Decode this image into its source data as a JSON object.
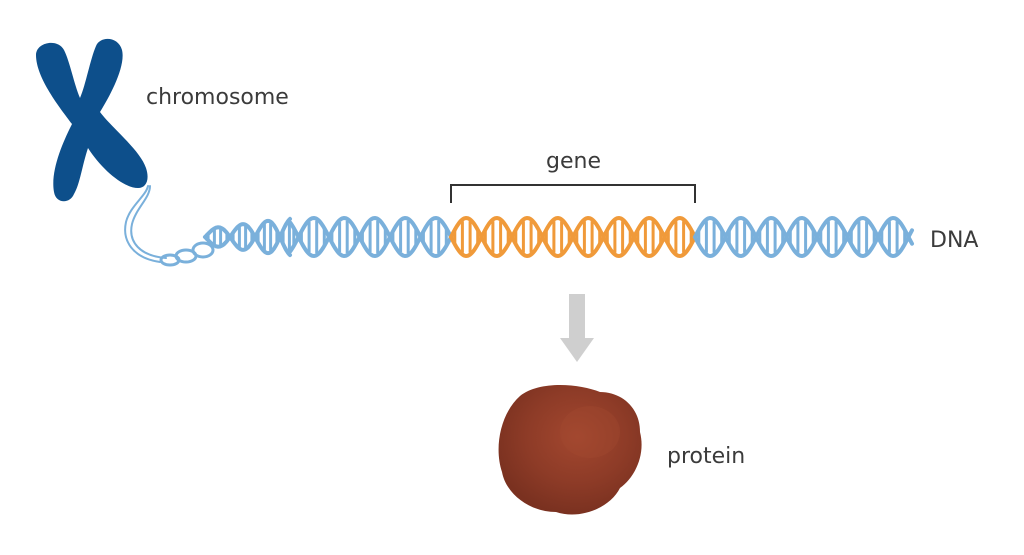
{
  "labels": {
    "chromosome": "chromosome",
    "gene": "gene",
    "dna": "DNA",
    "protein": "protein"
  },
  "colors": {
    "chromosome": "#0d4f8b",
    "dna": "#7ab0db",
    "gene": "#f09a3a",
    "arrow": "#cfcfcf",
    "protein": "#8a3a26",
    "protein_highlight": "#a44a32",
    "bracket": "#333333",
    "text": "#3b3b3b"
  },
  "icons": {
    "chromosome": "chromosome-icon",
    "protein": "protein-blob-icon",
    "arrow": "arrow-down-icon"
  }
}
